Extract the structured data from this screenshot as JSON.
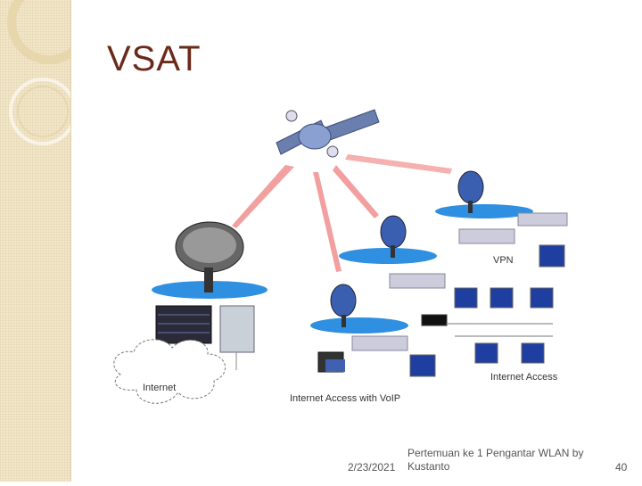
{
  "slide": {
    "title": "VSAT",
    "footer_date": "2/23/2021",
    "footer_text": "Pertemuan ke 1 Pengantar WLAN by Kustanto",
    "page_number": "40"
  },
  "diagram": {
    "labels": {
      "internet": "Internet",
      "vpn": "VPN",
      "internet_access_voip": "Internet Access with VoIP",
      "internet_access": "Internet Access"
    }
  }
}
